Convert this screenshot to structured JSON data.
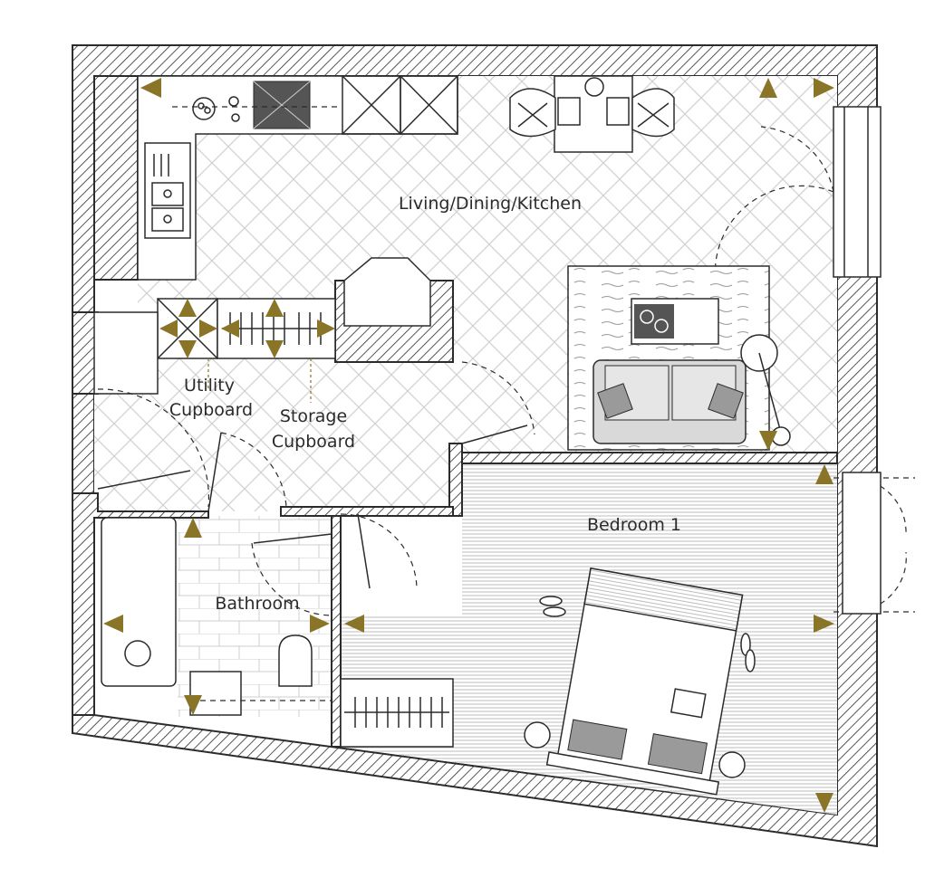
{
  "rooms": {
    "living": "Living/Dining/Kitchen",
    "utility_line1": "Utility",
    "utility_line2": "Cupboard",
    "storage_line1": "Storage",
    "storage_line2": "Cupboard",
    "bedroom": "Bedroom 1",
    "bathroom": "Bathroom"
  },
  "colors": {
    "arrow": "#8a7427",
    "wall_line": "#2b2b2b",
    "sofa": "#d9d9d9",
    "background": "#ffffff"
  },
  "icons": [
    "dimension-arrow-icon",
    "sofa-icon",
    "bed-icon",
    "bathtub-icon",
    "toilet-icon",
    "hob-icon",
    "sink-icon",
    "dining-table-icon",
    "floor-lamp-icon",
    "wardrobe-rail-icon",
    "shoes-icon"
  ]
}
